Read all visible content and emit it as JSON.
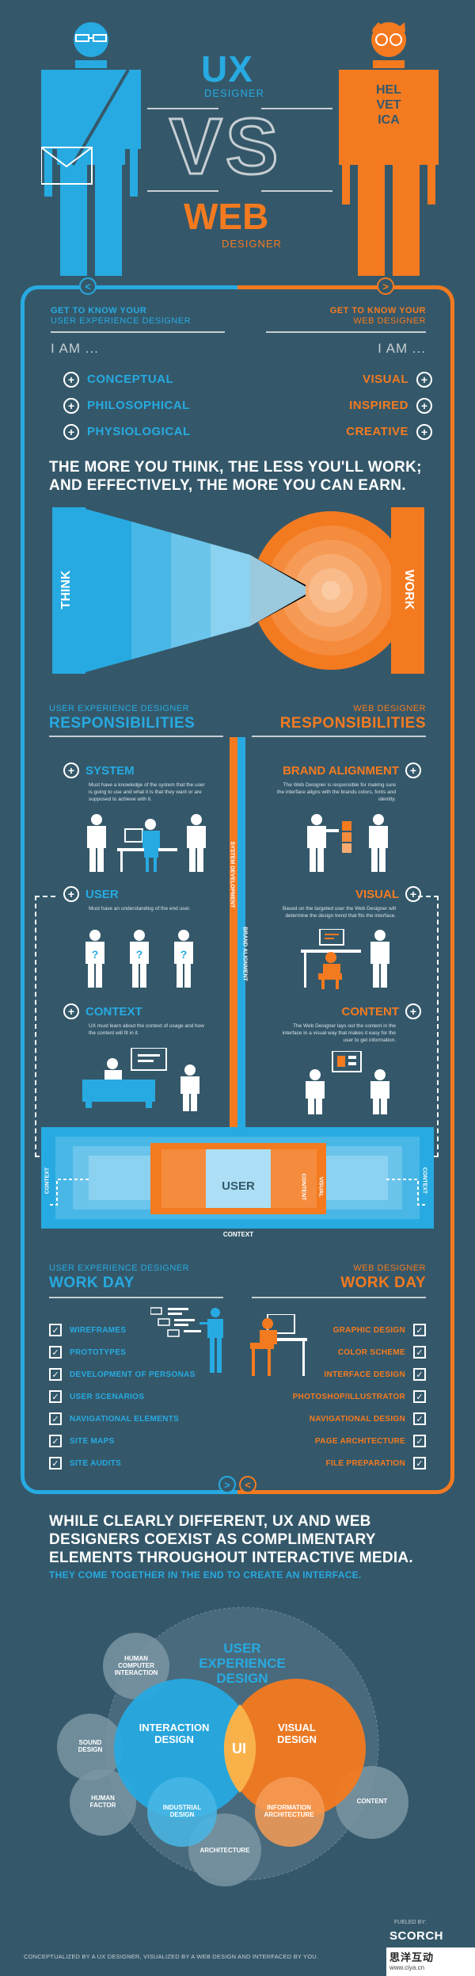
{
  "header": {
    "ux": "UX",
    "ux_sub": "DESIGNER",
    "vs": "VS",
    "web": "WEB",
    "web_sub": "DESIGNER",
    "shirt_text": [
      "HEL",
      "VET",
      "ICA"
    ]
  },
  "nav": {
    "left_arrow": "<",
    "right_arrow": ">"
  },
  "intro": {
    "left_line1": "GET TO KNOW YOUR",
    "left_line2": "USER EXPERIENCE DESIGNER",
    "right_line1": "GET TO KNOW YOUR",
    "right_line2": "WEB DESIGNER",
    "iam_left": "I AM ...",
    "iam_right": "I AM ...",
    "left_traits": [
      "CONCEPTUAL",
      "PHILOSOPHICAL",
      "PHYSIOLOGICAL"
    ],
    "right_traits": [
      "VISUAL",
      "INSPIRED",
      "CREATIVE"
    ]
  },
  "think": {
    "headline1": "THE MORE YOU THINK, THE LESS YOU'LL WORK;",
    "headline2": "AND EFFECTIVELY, THE MORE YOU CAN EARN.",
    "think_label": "THINK",
    "work_label": "WORK"
  },
  "responsibilities": {
    "left_small": "USER EXPERIENCE DESIGNER",
    "left_big": "RESPONSIBILITIES",
    "right_small": "WEB DESIGNER",
    "right_big": "RESPONSIBILITIES",
    "system_dev": "SYSTEM DEVELOPMENT",
    "brand_align_vert": "BRAND ALIGNMENT",
    "left_items": [
      {
        "title": "SYSTEM",
        "desc": "Must have a knowledge of the system that the user is going to use and what it is that they want or are supposed to achieve with it."
      },
      {
        "title": "USER",
        "desc": "Must have an understanding of the end user."
      },
      {
        "title": "CONTEXT",
        "desc": "UX must learn about the context of usage and how the content will fit in it."
      }
    ],
    "right_items": [
      {
        "title": "BRAND ALIGNMENT",
        "desc": "The Web Designer is responsible for making sure the interface aligns with the brands colors, fonts and identity."
      },
      {
        "title": "VISUAL",
        "desc": "Based on the targeted user the Web Designer will determine the design trend that fits the interface."
      },
      {
        "title": "CONTENT",
        "desc": "The Web Designer lays out the content in the interface in a visual way that makes it easy for the user to get information."
      }
    ],
    "user_box": "USER",
    "content_label": "CONTENT",
    "visual_label": "VISUAL",
    "context_left": "CONTEXT",
    "context_right": "CONTEXT",
    "context_bottom": "CONTEXT"
  },
  "workday": {
    "left_small": "USER EXPERIENCE DESIGNER",
    "left_big": "WORK DAY",
    "right_small": "WEB DESIGNER",
    "right_big": "WORK DAY",
    "left_items": [
      "WIREFRAMES",
      "PROTOTYPES",
      "DEVELOPMENT OF PERSONAS",
      "USER SCENARIOS",
      "NAVIGATIONAL ELEMENTS",
      "SITE MAPS",
      "SITE AUDITS"
    ],
    "right_items": [
      "GRAPHIC DESIGN",
      "COLOR SCHEME",
      "INTERFACE DESIGN",
      "PHOTOSHOP/ILLUSTRATOR",
      "NAVIGATIONAL DESIGN",
      "PAGE ARCHITECTURE",
      "FILE PREPARATION"
    ]
  },
  "coexist": {
    "line1": "WHILE CLEARLY DIFFERENT, UX AND WEB",
    "line2": "DESIGNERS COEXIST AS COMPLIMENTARY",
    "line3": "ELEMENTS THROUGHOUT INTERACTIVE MEDIA.",
    "sub": "THEY COME TOGETHER IN THE END TO CREATE AN INTERFACE."
  },
  "venn": {
    "ux_big1": "USER",
    "ux_big2": "EXPERIENCE",
    "ux_big3": "DESIGN",
    "interaction1": "INTERACTION",
    "interaction2": "DESIGN",
    "visual1": "VISUAL",
    "visual2": "DESIGN",
    "ui": "UI",
    "hci1": "HUMAN",
    "hci2": "COMPUTER",
    "hci3": "INTERACTION",
    "sound1": "SOUND",
    "sound2": "DESIGN",
    "hf1": "HUMAN",
    "hf2": "FACTOR",
    "ind1": "INDUSTRIAL",
    "ind2": "DESIGN",
    "info1": "INFORMATION",
    "info2": "ARCHITECTURE",
    "content": "CONTENT",
    "architecture": "ARCHITECTURE"
  },
  "footer": {
    "credit": "CONCEPTUALIZED BY A UX DESIGNER, VISUALIZED BY A WEB DESIGN AND INTERFACED BY YOU.",
    "fueled": "FUELED BY:",
    "brand": "SCORCH",
    "watermark": "思洋互动",
    "watermark_url": "www.ciya.cn"
  },
  "colors": {
    "blue": "#27aae1",
    "orange": "#f47a20",
    "bg": "#34586a",
    "grey": "#c7ced3"
  }
}
